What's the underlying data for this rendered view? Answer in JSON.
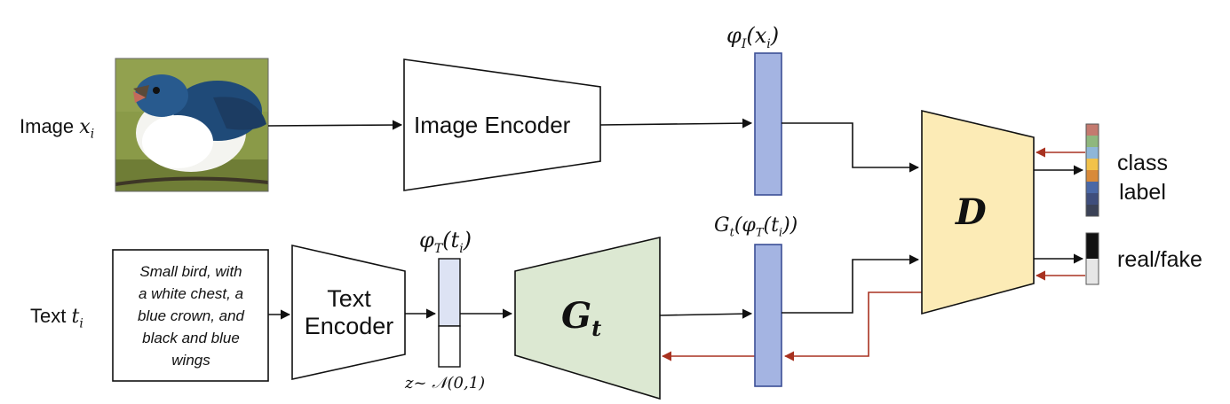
{
  "input_image": {
    "label": "Image",
    "var": "x",
    "sub": "i",
    "picture": "blue-and-white swallow perched on a branch"
  },
  "input_text": {
    "label": "Text",
    "var": "t",
    "sub": "i",
    "caption_lines": [
      "Small bird, with",
      "a white chest, a",
      "blue crown, and",
      "black and blue",
      "wings"
    ]
  },
  "image_encoder": {
    "label": "Image Encoder"
  },
  "text_encoder": {
    "lines": [
      "Text",
      "Encoder"
    ]
  },
  "phi_i": {
    "func": "φ",
    "sub": "I",
    "arg": "x",
    "arg_sub": "i"
  },
  "phi_t": {
    "func": "φ",
    "sub": "T",
    "arg": "t",
    "arg_sub": "i"
  },
  "noise": {
    "text": "z~ 𝒩(0,1)"
  },
  "generator": {
    "letter": "G",
    "sub": "t"
  },
  "gen_output": {
    "prefix": "G",
    "prefix_sub": "t",
    "func": "φ",
    "sub": "T",
    "arg": "t",
    "arg_sub": "i"
  },
  "discriminator": {
    "letter": "D"
  },
  "outputs": {
    "class_label_lines": [
      "class",
      "label"
    ],
    "real_fake": "real/fake"
  },
  "colors": {
    "feature_bar": "#a4b4e2",
    "feature_bar_stroke": "#3c4f96",
    "text_feature_top": "#dde3f4",
    "generator_fill": "#dce8d2",
    "discriminator_fill": "#fcebb6",
    "forward_arrow": "#111111",
    "gradient_arrow": "#a83220",
    "class_cells": [
      "#c47a6f",
      "#8fb77e",
      "#8fb6d8",
      "#f2c24a",
      "#d88a3a",
      "#4a68a6",
      "#3f4e7c",
      "#3b4257"
    ],
    "realfake_cells": [
      "#111111",
      "#e6e6e6"
    ]
  }
}
